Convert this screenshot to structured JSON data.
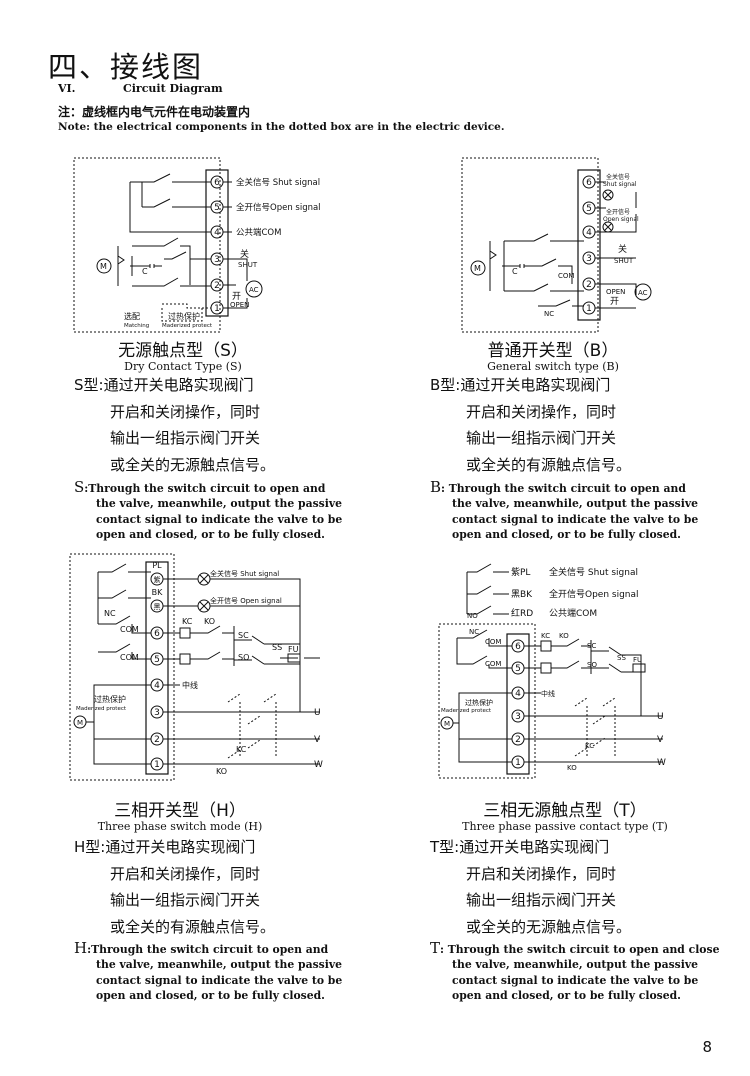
{
  "header": {
    "title_cn": "四、接线图",
    "section_num": "VI.",
    "section_en": "Circuit Diagram",
    "note_cn": "注：虚线框内电气元件在电动装置内",
    "note_en": "Note: the electrical components in the dotted box are in the electric device."
  },
  "diagrams": {
    "s": {
      "labels": {
        "t6": "全关信号 Shut signal",
        "t5": "全开信号Open signal",
        "t4": "公共端COM",
        "shut_cn": "关",
        "shut_en": "SHUT",
        "open_cn": "开",
        "open_en": "OPEN",
        "ac": "AC",
        "motor": "M",
        "cap": "C",
        "matching_cn": "选配",
        "matching_en": "Matching",
        "protect_cn": "过热保护",
        "protect_en": "Maderized protect"
      },
      "terminals": [
        "6",
        "5",
        "4",
        "3",
        "2",
        "1"
      ]
    },
    "b": {
      "labels": {
        "shut_sig": "全关信号",
        "shut_sig_en": "Shut signal",
        "open_sig": "全开信号",
        "open_sig_en": "Open signal",
        "shut_cn": "关",
        "shut_en": "SHUT",
        "open_en": "OPEN",
        "open_cn": "开",
        "com": "COM",
        "nc": "NC",
        "ac": "AC",
        "motor": "M",
        "cap": "C"
      },
      "terminals": [
        "6",
        "5",
        "4",
        "3",
        "2",
        "1"
      ]
    },
    "h": {
      "labels": {
        "pl": "PL",
        "pl_cn": "紫",
        "bk": "BK",
        "bk_cn": "黑",
        "shut_sig": "全关信号 Shut signal",
        "open_sig": "全开信号 Open signal",
        "nc": "NC",
        "com": "COM",
        "kc": "KC",
        "ko": "KO",
        "sc": "SC",
        "so": "SO",
        "ss": "SS",
        "fu": "FU",
        "neutral": "中线",
        "protect_cn": "过热保护",
        "protect_en": "Maderized protect",
        "u": "U",
        "v": "V",
        "w": "W",
        "motor": "M"
      },
      "terminals": [
        "6",
        "5",
        "4",
        "3",
        "2",
        "1"
      ]
    },
    "t": {
      "labels": {
        "pl": "紫PL",
        "bk": "黑BK",
        "rd": "红RD",
        "shut_sig": "全关信号 Shut signal",
        "open_sig": "全开信号Open signal",
        "com_sig": "公共端COM",
        "nc": "NC",
        "no": "NO",
        "com": "COM",
        "kc": "KC",
        "ko": "KO",
        "sc": "SC",
        "so": "SO",
        "ss": "SS",
        "fu": "FU",
        "neutral": "中线",
        "protect_cn": "过热保护",
        "protect_en": "Maderized protect",
        "u": "U",
        "v": "V",
        "w": "W",
        "motor": "M"
      },
      "terminals": [
        "6",
        "5",
        "4",
        "3",
        "2",
        "1"
      ]
    }
  },
  "sections": {
    "s": {
      "title_cn": "无源触点型（S）",
      "title_en": "Dry Contact Type (S)",
      "desc_cn": [
        "S型:通过开关电路实现阀门",
        "开启和关闭操作，同时",
        "输出一组指示阀门开关",
        "或全关的无源触点信号。"
      ],
      "desc_en_lead": "S",
      "desc_en": [
        ":Through the switch circuit to open and",
        "the valve, meanwhile, output the passive",
        "contact signal to indicate the valve to be",
        "open and closed, or to be fully closed."
      ]
    },
    "b": {
      "title_cn": "普通开关型（B）",
      "title_en": "General switch type (B)",
      "desc_cn": [
        "B型:通过开关电路实现阀门",
        "开启和关闭操作，同时",
        "输出一组指示阀门开关",
        "或全关的有源触点信号。"
      ],
      "desc_en_lead": "B",
      "desc_en": [
        ": Through the switch circuit to open and",
        "the valve, meanwhile, output the passive",
        "contact signal to indicate the valve to be",
        "open and closed, or to be fully closed."
      ]
    },
    "h": {
      "title_cn": "三相开关型（H）",
      "title_en": "Three phase switch mode (H)",
      "desc_cn": [
        "H型:通过开关电路实现阀门",
        "开启和关闭操作，同时",
        "输出一组指示阀门开关",
        "或全关的有源触点信号。"
      ],
      "desc_en_lead": "H",
      "desc_en": [
        ":Through the switch circuit to open and",
        "the valve, meanwhile, output the passive",
        "contact signal to indicate the valve to be",
        "open and closed, or to be fully closed."
      ]
    },
    "t": {
      "title_cn": "三相无源触点型（T）",
      "title_en": "Three phase passive contact type (T)",
      "desc_cn": [
        "T型:通过开关电路实现阀门",
        "开启和关闭操作，同时",
        "输出一组指示阀门开关",
        "或全关的无源触点信号。"
      ],
      "desc_en_lead": "T",
      "desc_en": [
        ": Through the switch circuit to open and close",
        "the valve, meanwhile, output the passive",
        "contact signal to indicate the valve to be",
        "open and closed, or to be fully closed."
      ]
    }
  },
  "footer": {
    "page_number": "8"
  }
}
